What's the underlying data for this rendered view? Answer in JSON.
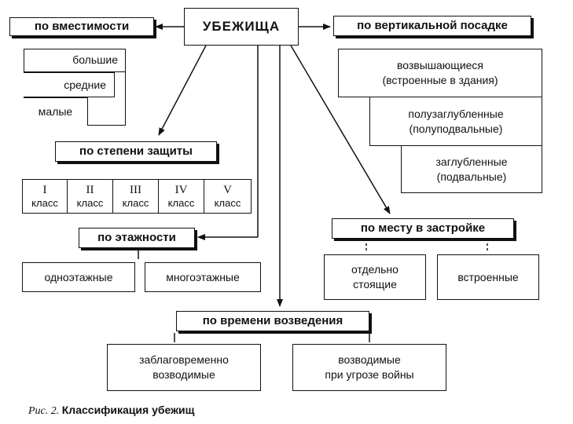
{
  "root": "УБЕЖИЩА",
  "capacity": {
    "header": "по вместимости",
    "items": [
      "большие",
      "средние",
      "малые"
    ]
  },
  "vertical": {
    "header": "по вертикальной посадке",
    "items": [
      "возвышающиеся\n(встроенные в здания)",
      "полузаглубленные\n(полуподвальные)",
      "заглубленные\n(подвальные)"
    ]
  },
  "protection": {
    "header": "по степени защиты",
    "classes": [
      {
        "num": "I",
        "label": "класс"
      },
      {
        "num": "II",
        "label": "класс"
      },
      {
        "num": "III",
        "label": "класс"
      },
      {
        "num": "IV",
        "label": "класс"
      },
      {
        "num": "V",
        "label": "класс"
      }
    ]
  },
  "floors": {
    "header": "по этажности",
    "items": [
      "одноэтажные",
      "многоэтажные"
    ]
  },
  "location": {
    "header": "по месту в застройке",
    "items": [
      "отдельно\nстоящие",
      "встроенные"
    ]
  },
  "construction": {
    "header": "по времени возведения",
    "items": [
      "заблаговременно\nвозводимые",
      "возводимые\nпри угрозе войны"
    ]
  },
  "caption": {
    "prefix": "Рис. 2.",
    "text": "Классификация убежищ"
  }
}
